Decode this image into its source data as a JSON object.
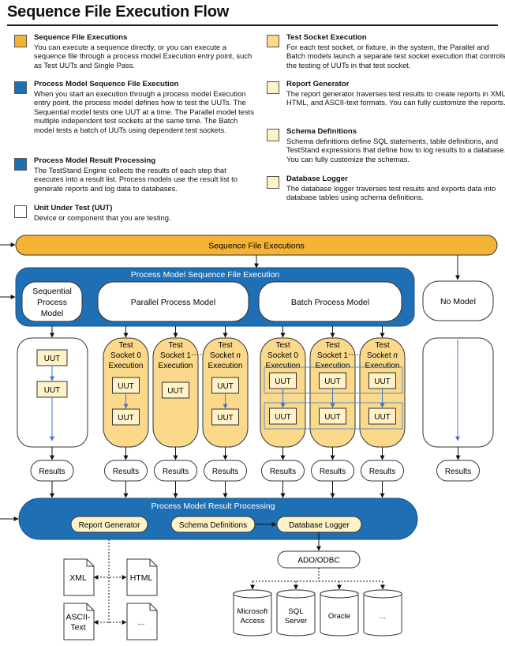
{
  "title": "Sequence File Execution Flow",
  "colors": {
    "orange": "#F5B335",
    "light_orange": "#FBD98A",
    "blue": "#1F6FB5",
    "cream": "#FFF1C8",
    "white": "#FFFFFF"
  },
  "legend": [
    {
      "color": "orange",
      "title": "Sequence File Executions",
      "desc": "You can execute a sequence directly, or you can execute a sequence file through a process model Execution entry point, such as Test UUTs and Single Pass."
    },
    {
      "color": "blue",
      "title": "Process Model Sequence File Execution",
      "desc": "When you start an execution through a process model Execution entry point, the process model defines how to test the UUTs. The Sequential model tests one UUT at a time. The Parallel model tests multiple independent test sockets at the same time. The Batch model tests a batch of UUTs using dependent test sockets."
    },
    {
      "color": "blue",
      "title": "Process Model Result Processing",
      "desc": "The TestStand Engine collects the results of each step that executes into a result list. Process models use the result list to generate reports and log data to databases."
    },
    {
      "color": "white",
      "title": "Unit Under Test (UUT)",
      "desc": "Device or component that you are testing."
    },
    {
      "color": "light_orange",
      "title": "Test Socket Execution",
      "desc": "For each test socket, or fixture, in the system, the Parallel and Batch models launch a separate test socket execution that controls the testing of UUTs in that test socket."
    },
    {
      "color": "cream",
      "title": "Report Generator",
      "desc": "The report generator traverses test results to create reports in XML, HTML, and ASCII-text formats. You can fully customize the reports."
    },
    {
      "color": "cream",
      "title": "Schema Definitions",
      "desc": "Schema definitions define SQL statements, table definitions, and TestStand expressions that define how to log results to a database. You can fully customize the schemas."
    },
    {
      "color": "cream",
      "title": "Database Logger",
      "desc": "The database logger traverses test results and exports data into database tables using schema definitions."
    }
  ],
  "diagram": {
    "sequence_file_executions": "Sequence File Executions",
    "process_model_execution": "Process Model Sequence File Execution",
    "sequential_model": [
      "Sequential",
      "Process",
      "Model"
    ],
    "parallel_model": "Parallel Process Model",
    "batch_model": "Batch Process Model",
    "no_model": "No Model",
    "uut": "UUT",
    "results": "Results",
    "socket_line1": "Test",
    "socket_exec": "Execution",
    "parallel_sockets": [
      {
        "line2_prefix": "Socket ",
        "num": "0"
      },
      {
        "line2_prefix": "Socket ",
        "num": "1"
      },
      {
        "line2_prefix": "Socket ",
        "num": "n"
      }
    ],
    "batch_sockets": [
      {
        "line2_prefix": "Socket ",
        "num": "0"
      },
      {
        "line2_prefix": "Socket ",
        "num": "1"
      },
      {
        "line2_prefix": "Socket ",
        "num": "n"
      }
    ],
    "result_processing": "Process Model Result Processing",
    "report_generator": "Report Generator",
    "schema_definitions": "Schema Definitions",
    "database_logger": "Database Logger",
    "ado_odbc": "ADO/ODBC",
    "reports": {
      "xml": "XML",
      "html": "HTML",
      "ascii": [
        "ASCII-",
        "Text"
      ],
      "more": "..."
    },
    "databases": [
      {
        "lines": [
          "Microsoft",
          "Access"
        ]
      },
      {
        "lines": [
          "SQL",
          "Server"
        ]
      },
      {
        "lines": [
          "Oracle"
        ]
      },
      {
        "lines": [
          "..."
        ]
      }
    ]
  }
}
